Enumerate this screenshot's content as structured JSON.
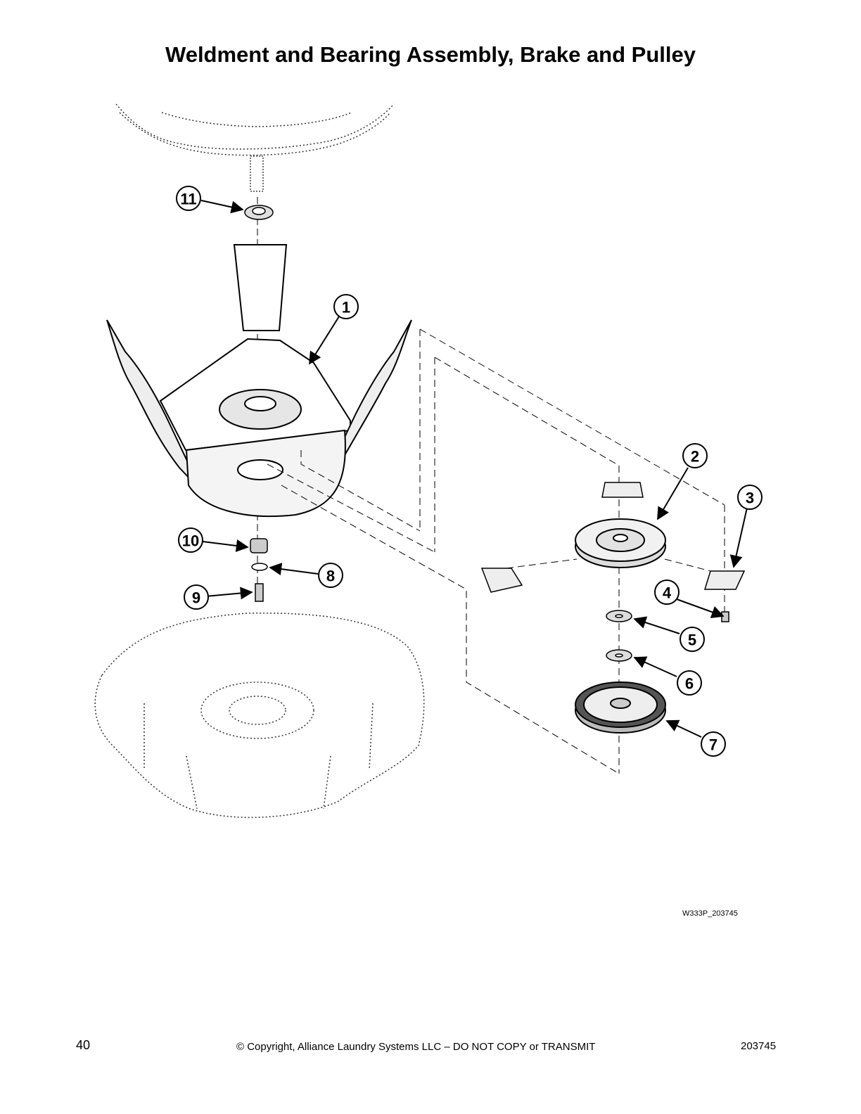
{
  "title": "Weldment and Bearing Assembly, Brake and Pulley",
  "callouts": [
    "1",
    "2",
    "3",
    "4",
    "5",
    "6",
    "7",
    "8",
    "9",
    "10",
    "11"
  ],
  "figure_code": "W333P_203745",
  "footer": {
    "page_number": "40",
    "copyright": "© Copyright, Alliance Laundry Systems LLC – DO NOT COPY or TRANSMIT",
    "document_number": "203745"
  }
}
